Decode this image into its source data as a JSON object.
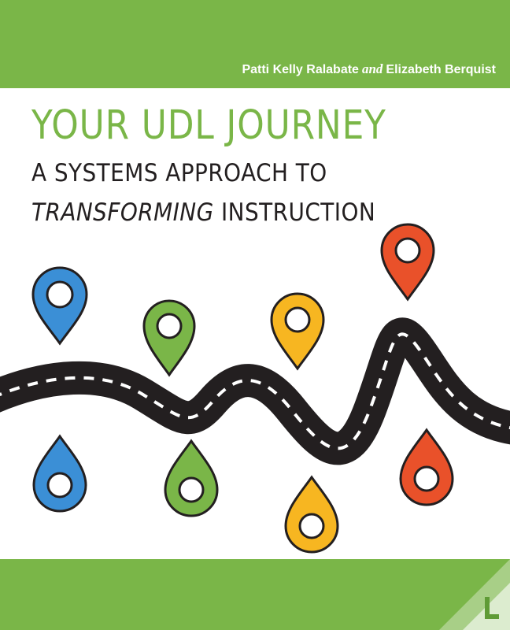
{
  "authors": {
    "first": "Patti Kelly Ralabate",
    "conjunction": "and",
    "second": "Elizabeth Berquist"
  },
  "title": "YOUR UDL JOURNEY",
  "subtitle": {
    "line1": "A SYSTEMS APPROACH TO",
    "line2_emphasis": "TRANSFORMING",
    "line2_rest": " INSTRUCTION"
  },
  "colors": {
    "brand_green": "#7ab648",
    "road": "#231f20",
    "pin_blue": "#3b8fd6",
    "pin_green": "#7ab648",
    "pin_yellow": "#f7b621",
    "pin_orange": "#e9512a"
  },
  "icons": [
    "map-pin-icon",
    "road-illustration",
    "publisher-logo-icon"
  ]
}
